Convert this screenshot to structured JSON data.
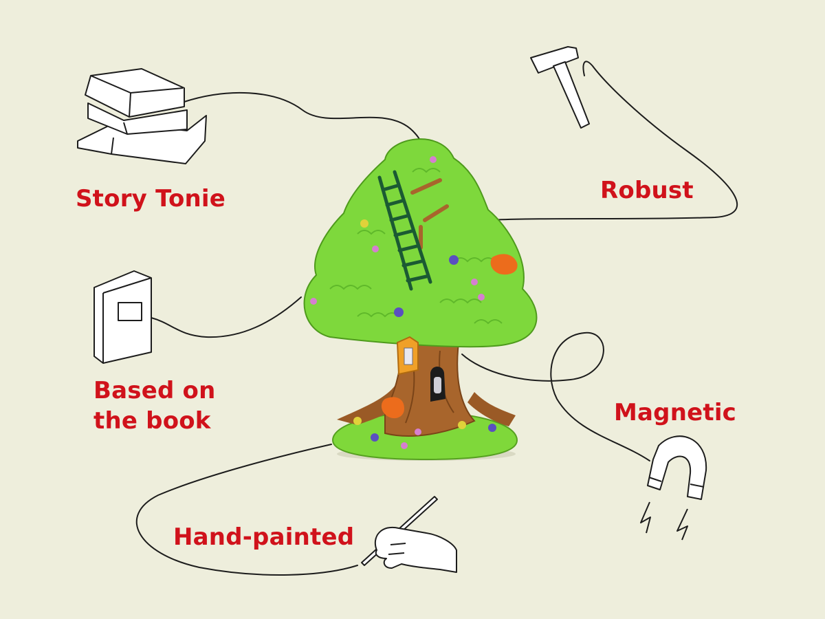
{
  "background_color": "#eeeedc",
  "accent_color": "#d0121b",
  "product": {
    "figure_icon": "tree-house-figure-icon"
  },
  "features": {
    "story": {
      "label": "Story Tonie",
      "icon": "books-stack-icon"
    },
    "robust": {
      "label": "Robust",
      "icon": "hammer-icon"
    },
    "based": {
      "line1": "Based on",
      "line2": "the book",
      "icon": "book-icon"
    },
    "magnetic": {
      "label": "Magnetic",
      "icon": "magnet-icon"
    },
    "hand": {
      "label": "Hand-painted",
      "icon": "painting-hand-icon"
    }
  }
}
